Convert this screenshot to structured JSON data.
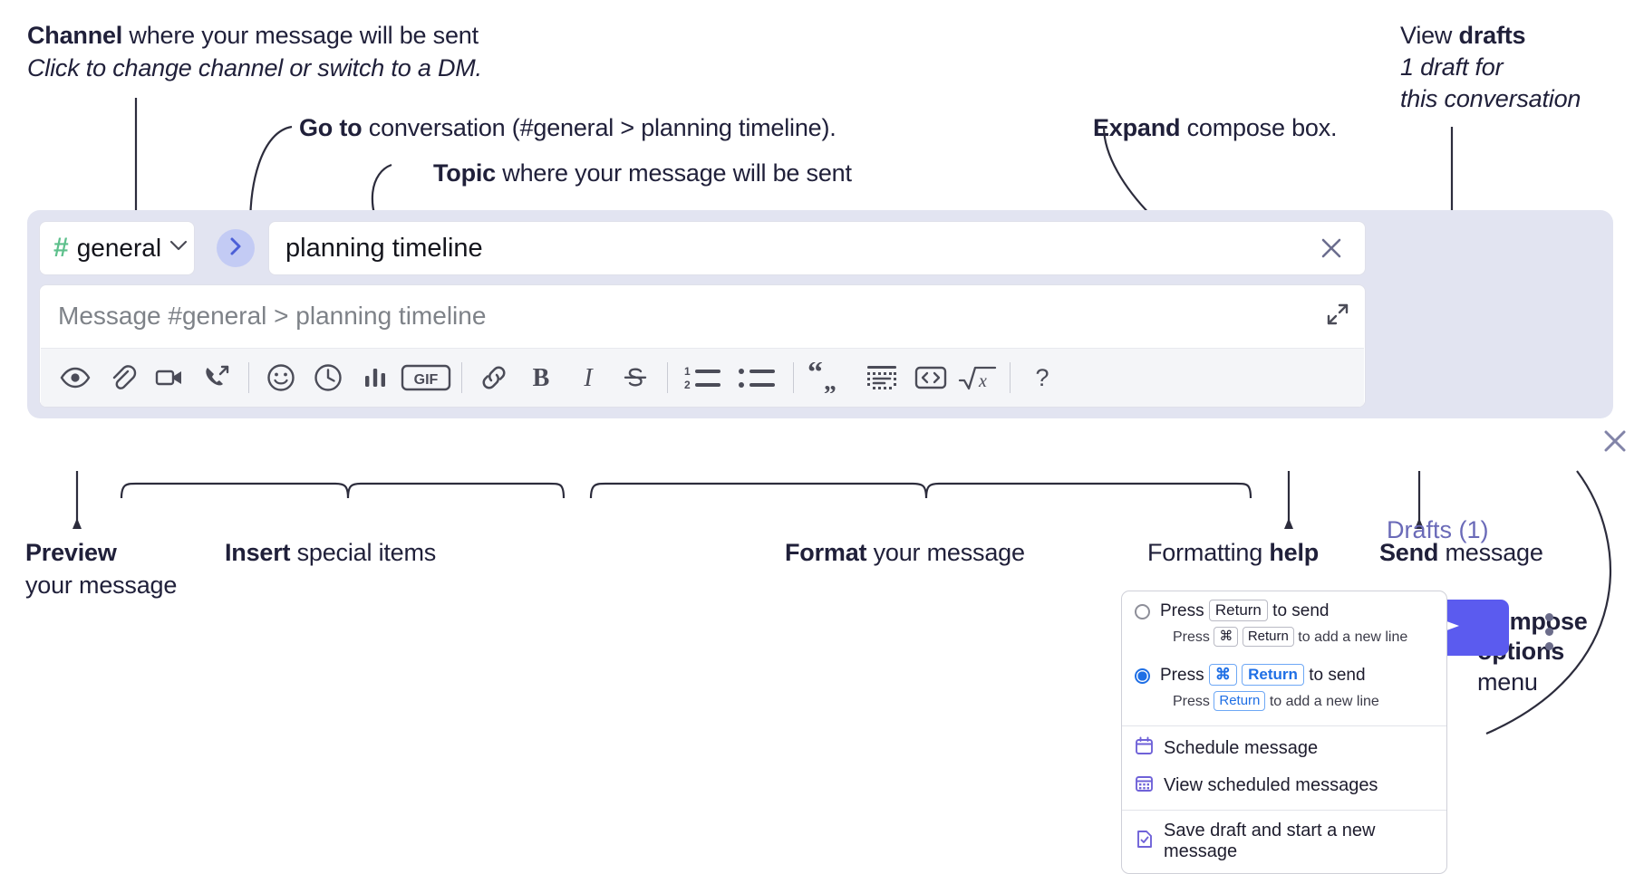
{
  "annotations": {
    "channel": {
      "bold": "Channel",
      "rest": " where your message will be sent",
      "italic": "Click to change channel or switch to a DM."
    },
    "goto": {
      "bold": "Go to",
      "rest": " conversation (#general > planning timeline)."
    },
    "topic": {
      "bold": "Topic",
      "rest": " where your message will be sent"
    },
    "expand": {
      "bold": "Expand",
      "rest": " compose box."
    },
    "drafts": {
      "pre": "View ",
      "bold": "drafts",
      "italic1": "1 draft for",
      "italic2": "this conversation"
    },
    "preview": {
      "bold": "Preview",
      "line2": "your message"
    },
    "insert": {
      "bold": "Insert",
      "rest": " special items"
    },
    "format": {
      "bold": "Format",
      "rest": " your message"
    },
    "help": {
      "pre": "Formatting ",
      "bold": "help"
    },
    "send": {
      "bold": "Send",
      "rest": " message"
    },
    "compose_options": {
      "bold1": "Compose",
      "bold2": "options",
      "rest": "menu"
    }
  },
  "compose": {
    "channel_name": "general",
    "channel_hash": "#",
    "topic_value": "planning timeline",
    "message_placeholder": "Message #general > planning timeline",
    "drafts_label": "Drafts (1)",
    "accent_color": "#5b5bef",
    "panel_bg": "#e2e4f1",
    "hash_color": "#5ec08c",
    "toolbar": [
      {
        "name": "preview-icon",
        "label": "Preview"
      },
      {
        "name": "attachment-icon",
        "label": "Attach file"
      },
      {
        "name": "video-icon",
        "label": "Record video clip"
      },
      {
        "name": "huddle-icon",
        "label": "Start huddle"
      },
      {
        "sep": true
      },
      {
        "name": "emoji-icon",
        "label": "Emoji"
      },
      {
        "name": "clock-icon",
        "label": "Schedule"
      },
      {
        "name": "poll-icon",
        "label": "Poll"
      },
      {
        "name": "gif-icon",
        "label": "GIF"
      },
      {
        "sep": true
      },
      {
        "name": "link-icon",
        "label": "Link"
      },
      {
        "name": "bold-icon",
        "label": "Bold"
      },
      {
        "name": "italic-icon",
        "label": "Italic"
      },
      {
        "name": "strikethrough-icon",
        "label": "Strikethrough"
      },
      {
        "sep": true
      },
      {
        "name": "ordered-list-icon",
        "label": "Ordered list"
      },
      {
        "name": "bulleted-list-icon",
        "label": "Bulleted list"
      },
      {
        "sep": true
      },
      {
        "name": "blockquote-icon",
        "label": "Blockquote"
      },
      {
        "name": "code-block-icon",
        "label": "Code block"
      },
      {
        "name": "code-inline-icon",
        "label": "Code"
      },
      {
        "name": "math-icon",
        "label": "Math"
      },
      {
        "sep": true
      },
      {
        "name": "help-icon",
        "label": "?"
      }
    ],
    "gif_text": "GIF",
    "bold_glyph": "B",
    "italic_glyph": "I",
    "help_glyph": "?"
  },
  "menu": {
    "option1": {
      "press": "Press",
      "key": "Return",
      "to_send": "to send",
      "sub_press": "Press",
      "sub_key1": "⌘",
      "sub_key2": "Return",
      "sub_tail": "to add a new line",
      "selected": false
    },
    "option2": {
      "press": "Press",
      "key1": "⌘",
      "key2": "Return",
      "to_send": "to send",
      "sub_press": "Press",
      "sub_key": "Return",
      "sub_tail": "to add a new line",
      "selected": true
    },
    "items": [
      {
        "icon": "calendar-icon",
        "label": "Schedule message"
      },
      {
        "icon": "calendar-grid-icon",
        "label": "View scheduled messages"
      },
      {
        "icon": "save-draft-icon",
        "label": "Save draft and start a new message"
      }
    ]
  }
}
